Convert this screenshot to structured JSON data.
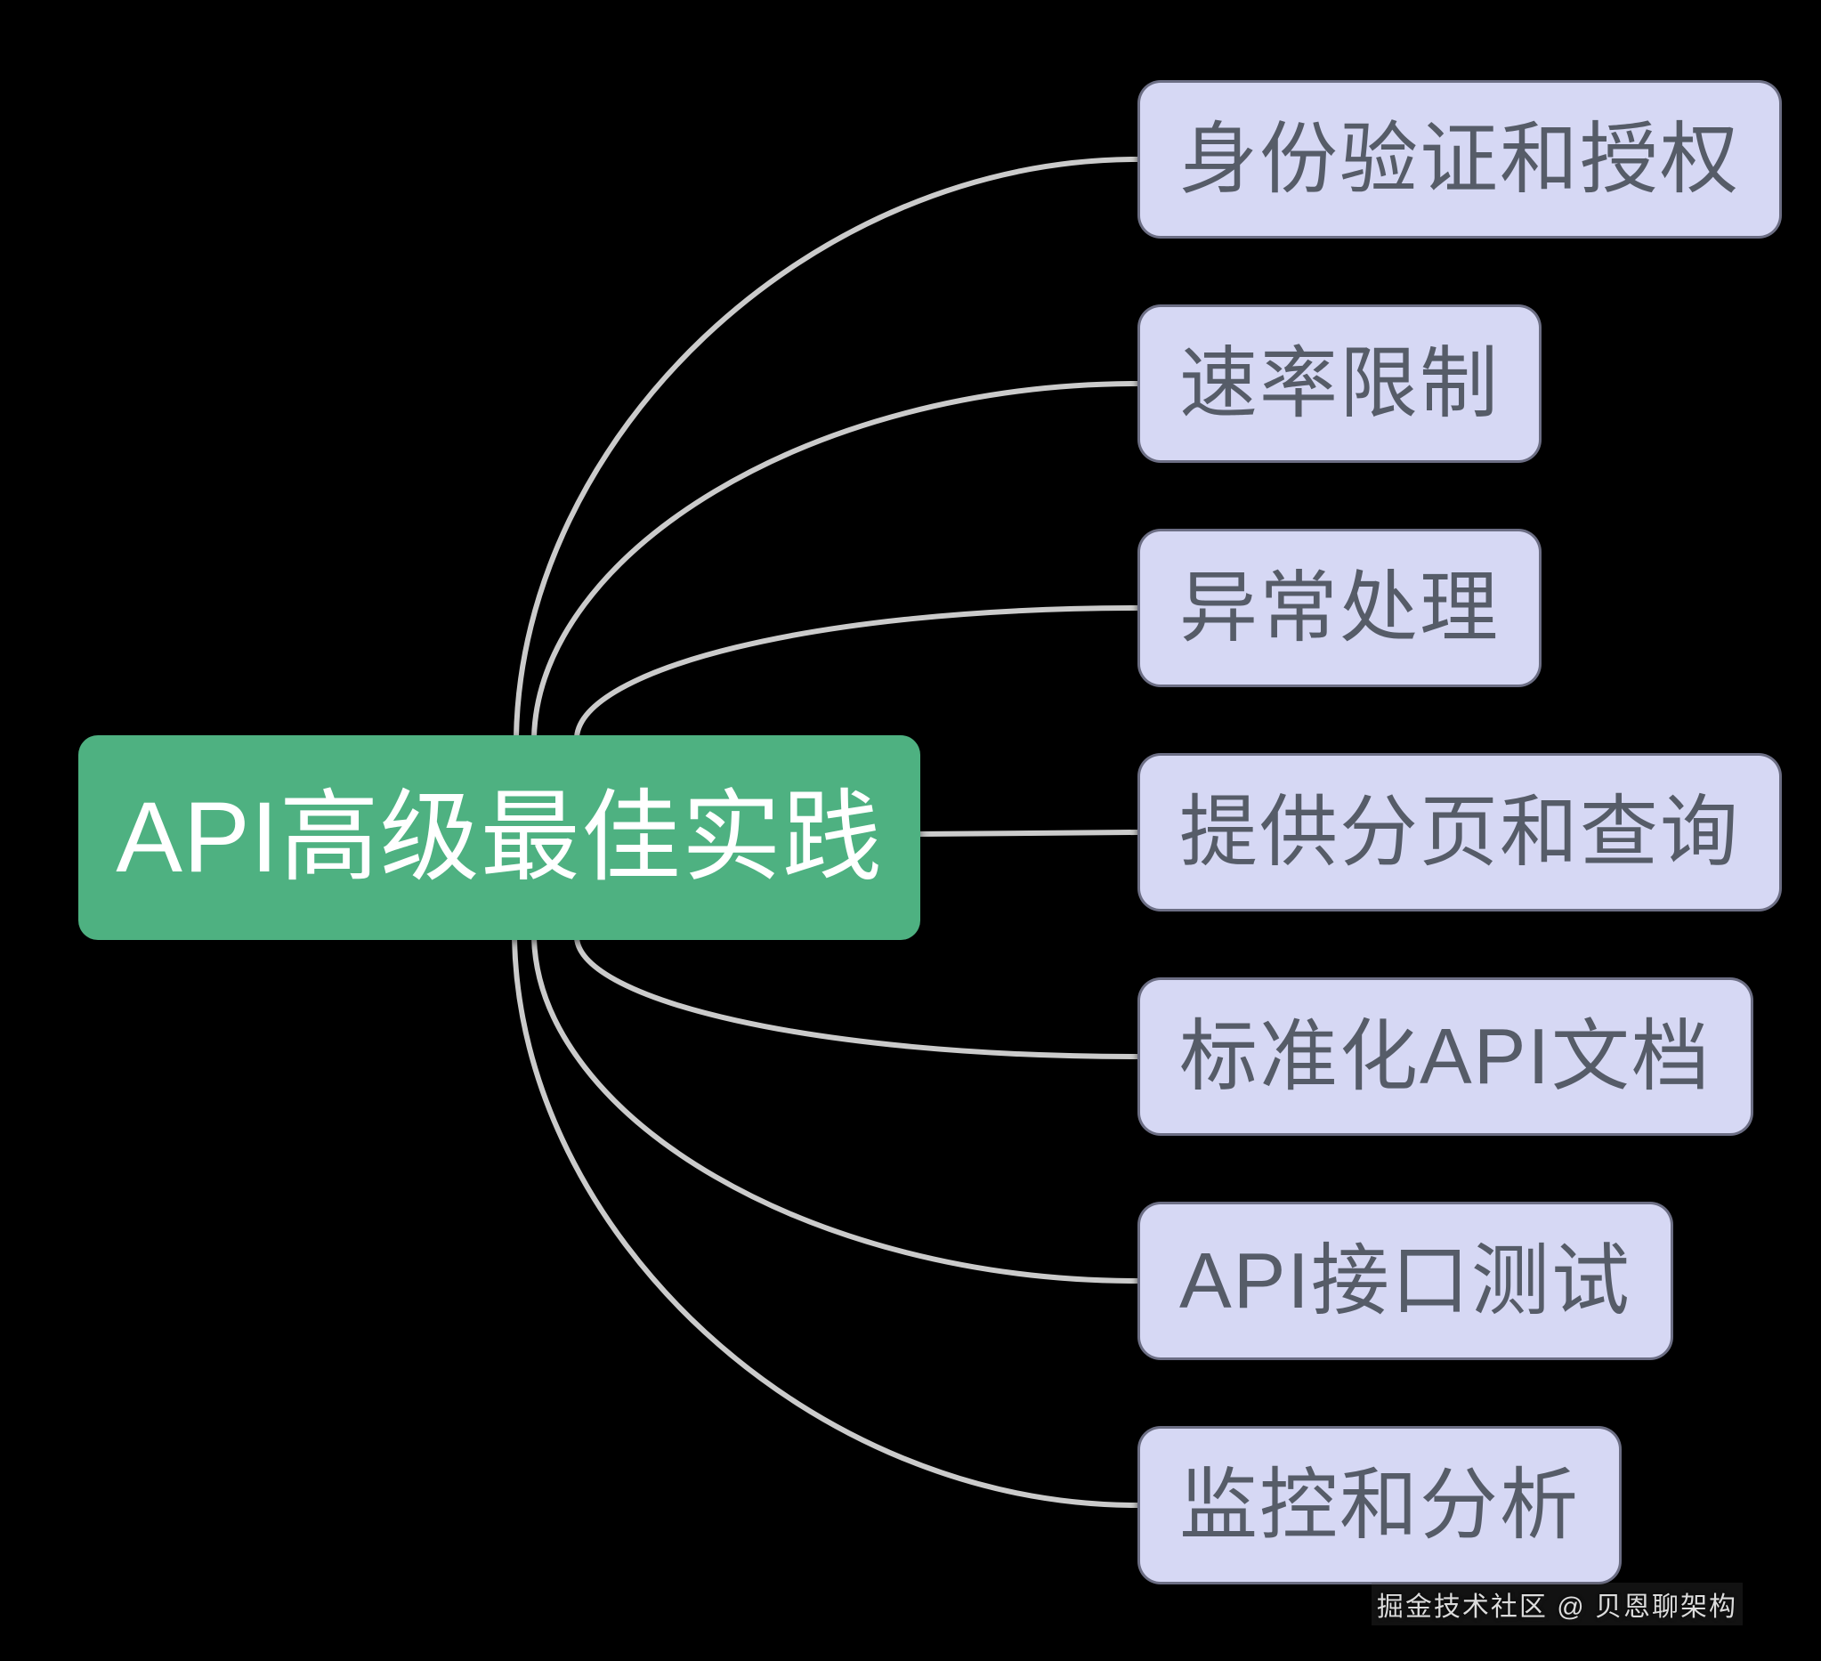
{
  "root": {
    "label": "API高级最佳实践"
  },
  "branches": [
    {
      "label": "身份验证和授权"
    },
    {
      "label": "速率限制"
    },
    {
      "label": "异常处理"
    },
    {
      "label": "提供分页和查询"
    },
    {
      "label": "标准化API文档"
    },
    {
      "label": "API接口测试"
    },
    {
      "label": "监控和分析"
    }
  ],
  "watermark": {
    "text": "掘金技术社区 @ 贝恩聊架构"
  },
  "colors": {
    "background": "#000000",
    "root_bg": "#4eb181",
    "root_text": "#ffffff",
    "branch_bg": "#d6d8f4",
    "branch_text": "#565c68",
    "connector": "#cbcbcb"
  }
}
